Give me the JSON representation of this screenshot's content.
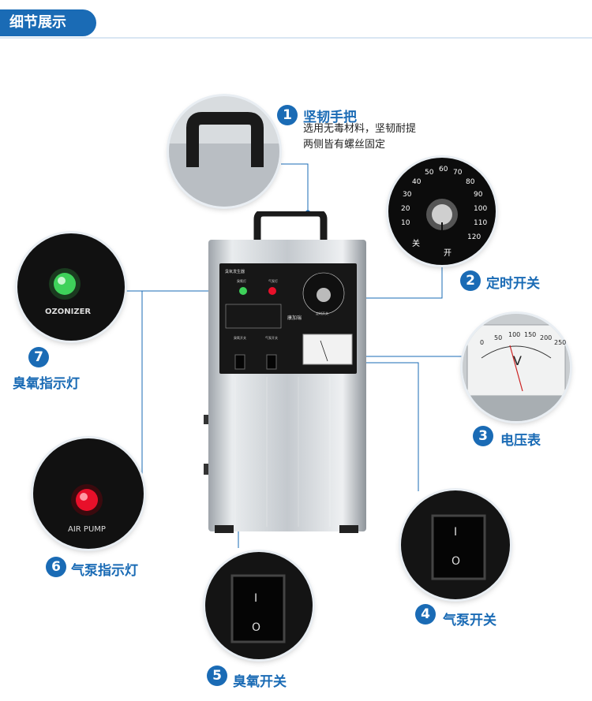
{
  "header": {
    "title": "细节展示"
  },
  "callouts": [
    {
      "num": "1",
      "title": "坚韧手把",
      "desc_lines": [
        "选用无毒材料，坚韧耐提",
        "两侧皆有螺丝固定"
      ]
    },
    {
      "num": "2",
      "title": "定时开关"
    },
    {
      "num": "3",
      "title": "电压表"
    },
    {
      "num": "4",
      "title": "气泵开关"
    },
    {
      "num": "5",
      "title": "臭氧开关"
    },
    {
      "num": "6",
      "title": "气泵指示灯"
    },
    {
      "num": "7",
      "title": "臭氧指示灯"
    }
  ],
  "detail_texts": {
    "ozonizer": "OZONIZER",
    "air_pump": "AIR PUMP",
    "timer_open": "开",
    "timer_close": "关",
    "timer_ticks": [
      "10",
      "20",
      "30",
      "40",
      "50",
      "60",
      "70",
      "80",
      "90",
      "100",
      "110",
      "120"
    ],
    "voltmeter_unit": "V",
    "voltmeter_ticks": [
      "0",
      "50",
      "100",
      "150",
      "200",
      "250"
    ],
    "switch_on": "I",
    "switch_off": "O"
  },
  "device": {
    "panel_title": "臭氧发生器",
    "ozone_light_label": "臭氧灯",
    "air_light_label": "气泵灯",
    "ozone_switch_label": "臭氧开关",
    "air_switch_label": "气泵开关",
    "brand": "康加瑞",
    "timer_label": "定时开关"
  },
  "colors": {
    "accent": "#1a6bb5",
    "green_led": "#3ed15a",
    "red_led": "#e8102a"
  }
}
